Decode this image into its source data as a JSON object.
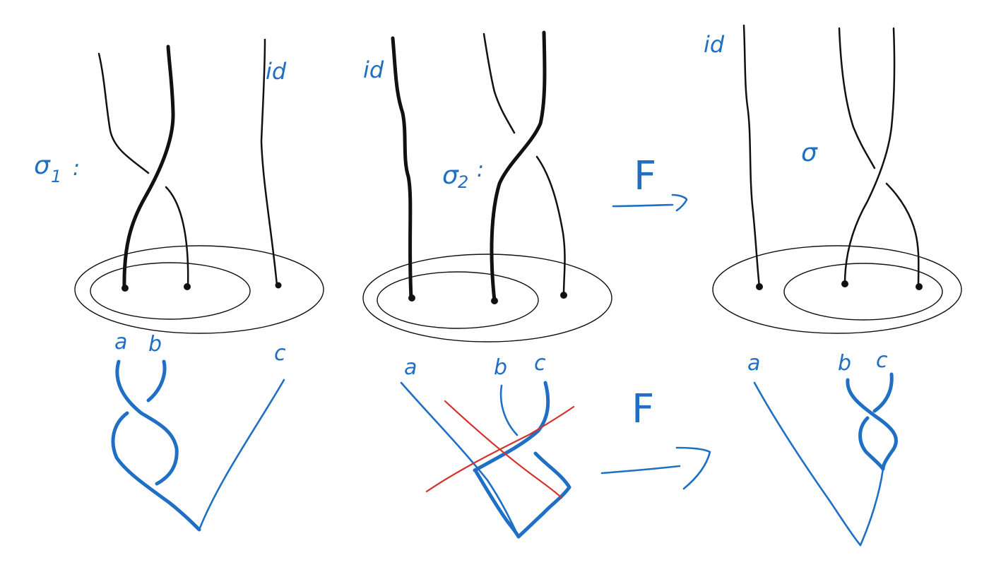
{
  "colors": {
    "ink": "#111111",
    "blue": "#1f6fc4",
    "red": "#d6322c",
    "background": "#ffffff"
  },
  "panel1": {
    "sigma_label": "σ",
    "sigma_subscript": "1",
    "colon": ":",
    "id_label": "id",
    "leaf_a": "a",
    "leaf_b": "b",
    "leaf_c": "c"
  },
  "panel2": {
    "id_label": "id",
    "sigma_label": "σ",
    "sigma_subscript": "2",
    "colon": ":",
    "leaf_a": "a",
    "leaf_b": "b",
    "leaf_c": "c"
  },
  "panel3": {
    "id_label": "id",
    "sigma_label": "σ",
    "leaf_a": "a",
    "leaf_b": "b",
    "leaf_c": "c"
  },
  "arrows": {
    "top_label": "F",
    "bottom_label": "F"
  }
}
